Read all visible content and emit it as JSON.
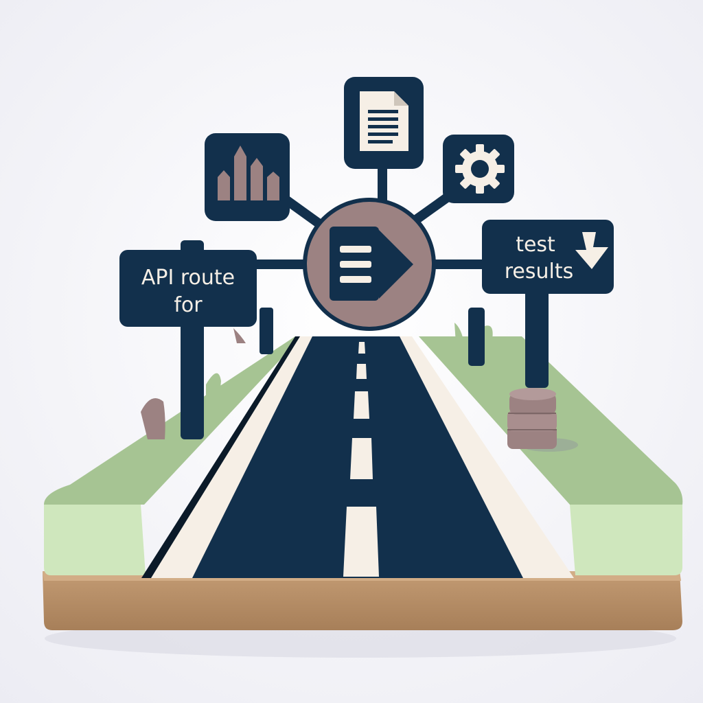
{
  "scene": {
    "left_sign": {
      "line1": "API route",
      "line2": "for"
    },
    "right_sign": {
      "line1": "test",
      "line2": "results",
      "arrow_icon": "arrow-down-icon"
    },
    "hub": {
      "icon": "document-arrow-icon"
    },
    "nodes": [
      {
        "icon": "bar-chart-icon"
      },
      {
        "icon": "document-icon"
      },
      {
        "icon": "gear-icon"
      }
    ],
    "decor": {
      "coin_stack_icon": "coin-stack-icon",
      "road": "road"
    }
  },
  "colors": {
    "navy": "#12304c",
    "mauve": "#9c8282",
    "cream": "#f6efe6",
    "grass": "#a6c493",
    "grass_side": "#cfe7bd",
    "base": "#b88f67"
  }
}
